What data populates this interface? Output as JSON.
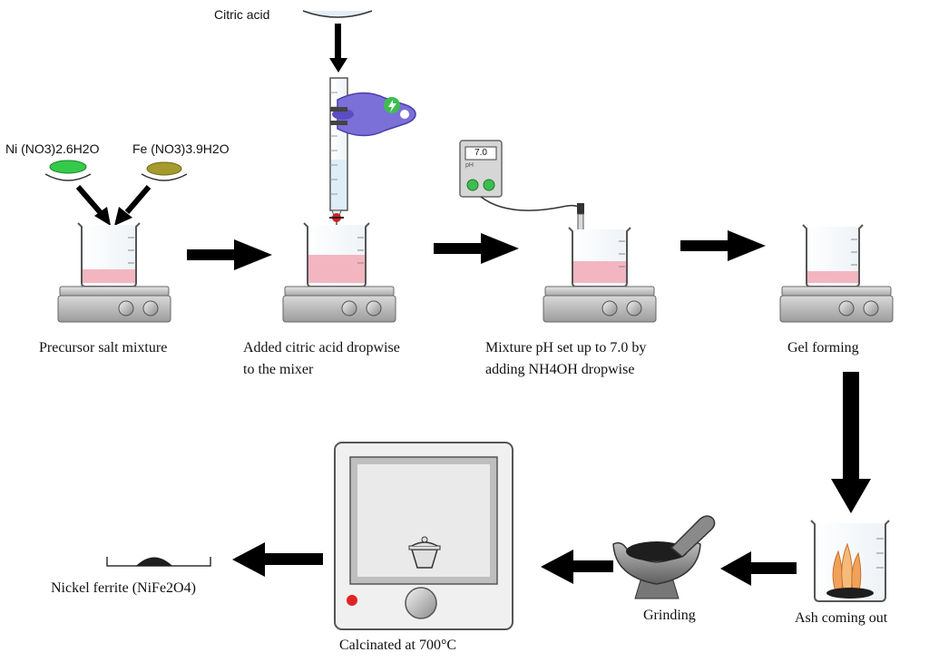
{
  "reagents": {
    "citric_acid": "Citric acid",
    "ni_salt": "Ni (NO3)2.6H2O",
    "fe_salt": "Fe (NO3)3.9H2O"
  },
  "ph_meter": {
    "reading": "7.0",
    "unit": "pH"
  },
  "steps": {
    "precursor": "Precursor salt mixture",
    "citric_line1": "Added citric acid dropwise",
    "citric_line2": "to the mixer",
    "ph_line1": "Mixture pH set up to 7.0 by",
    "ph_line2": "adding NH4OH dropwise",
    "gel": "Gel forming",
    "ash": "Ash coming out",
    "grinding": "Grinding",
    "calcination": "Calcinated at 700°C",
    "product": "Nickel ferrite (NiFe2O4)"
  },
  "colors": {
    "solution": "#f3b6c0",
    "ni_salt": "#35c94a",
    "fe_salt": "#a59b2c",
    "burette_clamp": "#7b6fd8",
    "flame": "#f0a25a",
    "ash": "#1e1e1e",
    "arrow": "#000000"
  }
}
